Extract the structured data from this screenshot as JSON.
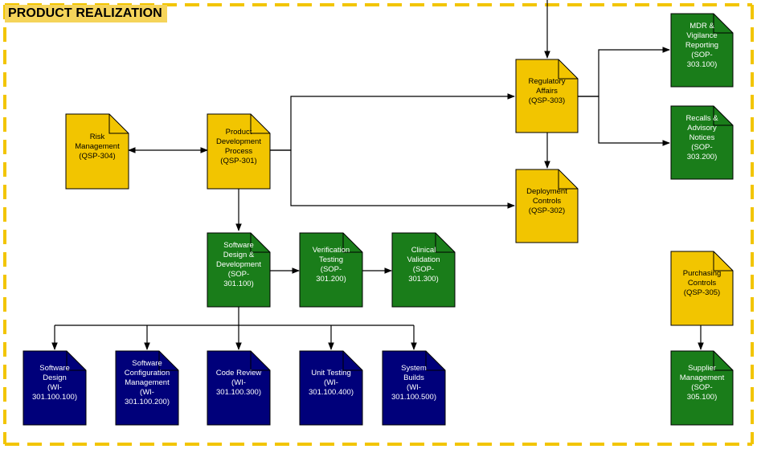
{
  "title": "PRODUCT REALIZATION",
  "colors": {
    "border": "#f2c500",
    "yellow_doc": "#f2c500",
    "green_doc": "#1a7d1a",
    "blue_doc": "#00007a",
    "line": "#000000"
  },
  "documents": {
    "risk_management": {
      "lines": [
        "Risk",
        "Management",
        "(QSP-304)"
      ],
      "color": "yellow"
    },
    "product_development": {
      "lines": [
        "Product",
        "Development",
        "Process",
        "(QSP-301)"
      ],
      "color": "yellow"
    },
    "regulatory_affairs": {
      "lines": [
        "Regulatory",
        "Affairs",
        "(QSP-303)"
      ],
      "color": "yellow"
    },
    "deployment_controls": {
      "lines": [
        "Deployment",
        "Controls",
        "(QSP-302)"
      ],
      "color": "yellow"
    },
    "mdr_vigilance": {
      "lines": [
        "MDR &",
        "Vigilance",
        "Reporting",
        "(SOP-",
        "303.100)"
      ],
      "color": "green"
    },
    "recalls_advisory": {
      "lines": [
        "Recalls &",
        "Advisory",
        "Notices",
        "(SOP-",
        "303.200)"
      ],
      "color": "green"
    },
    "software_design_dev": {
      "lines": [
        "Software",
        "Design &",
        "Development",
        "(SOP-",
        "301.100)"
      ],
      "color": "green"
    },
    "verification_testing": {
      "lines": [
        "Verification",
        "Testing",
        "(SOP-",
        "301.200)"
      ],
      "color": "green"
    },
    "clinical_validation": {
      "lines": [
        "Clinical",
        "Validation",
        "(SOP-",
        "301.300)"
      ],
      "color": "green"
    },
    "purchasing_controls": {
      "lines": [
        "Purchasing",
        "Controls",
        "(QSP-305)"
      ],
      "color": "yellow"
    },
    "supplier_management": {
      "lines": [
        "Supplier",
        "Management",
        "(SOP-",
        "305.100)"
      ],
      "color": "green"
    },
    "wi_software_design": {
      "lines": [
        "Software",
        "Design",
        "(WI-",
        "301.100.100)"
      ],
      "color": "blue"
    },
    "wi_software_config": {
      "lines": [
        "Software",
        "Configuration",
        "Management",
        "(WI-",
        "301.100.200)"
      ],
      "color": "blue"
    },
    "wi_code_review": {
      "lines": [
        "Code Review",
        "(WI-",
        "301.100.300)"
      ],
      "color": "blue"
    },
    "wi_unit_testing": {
      "lines": [
        "Unit Testing",
        "(WI-",
        "301.100.400)"
      ],
      "color": "blue"
    },
    "wi_system_builds": {
      "lines": [
        "System",
        "Builds",
        "(WI-",
        "301.100.500)"
      ],
      "color": "blue"
    }
  }
}
